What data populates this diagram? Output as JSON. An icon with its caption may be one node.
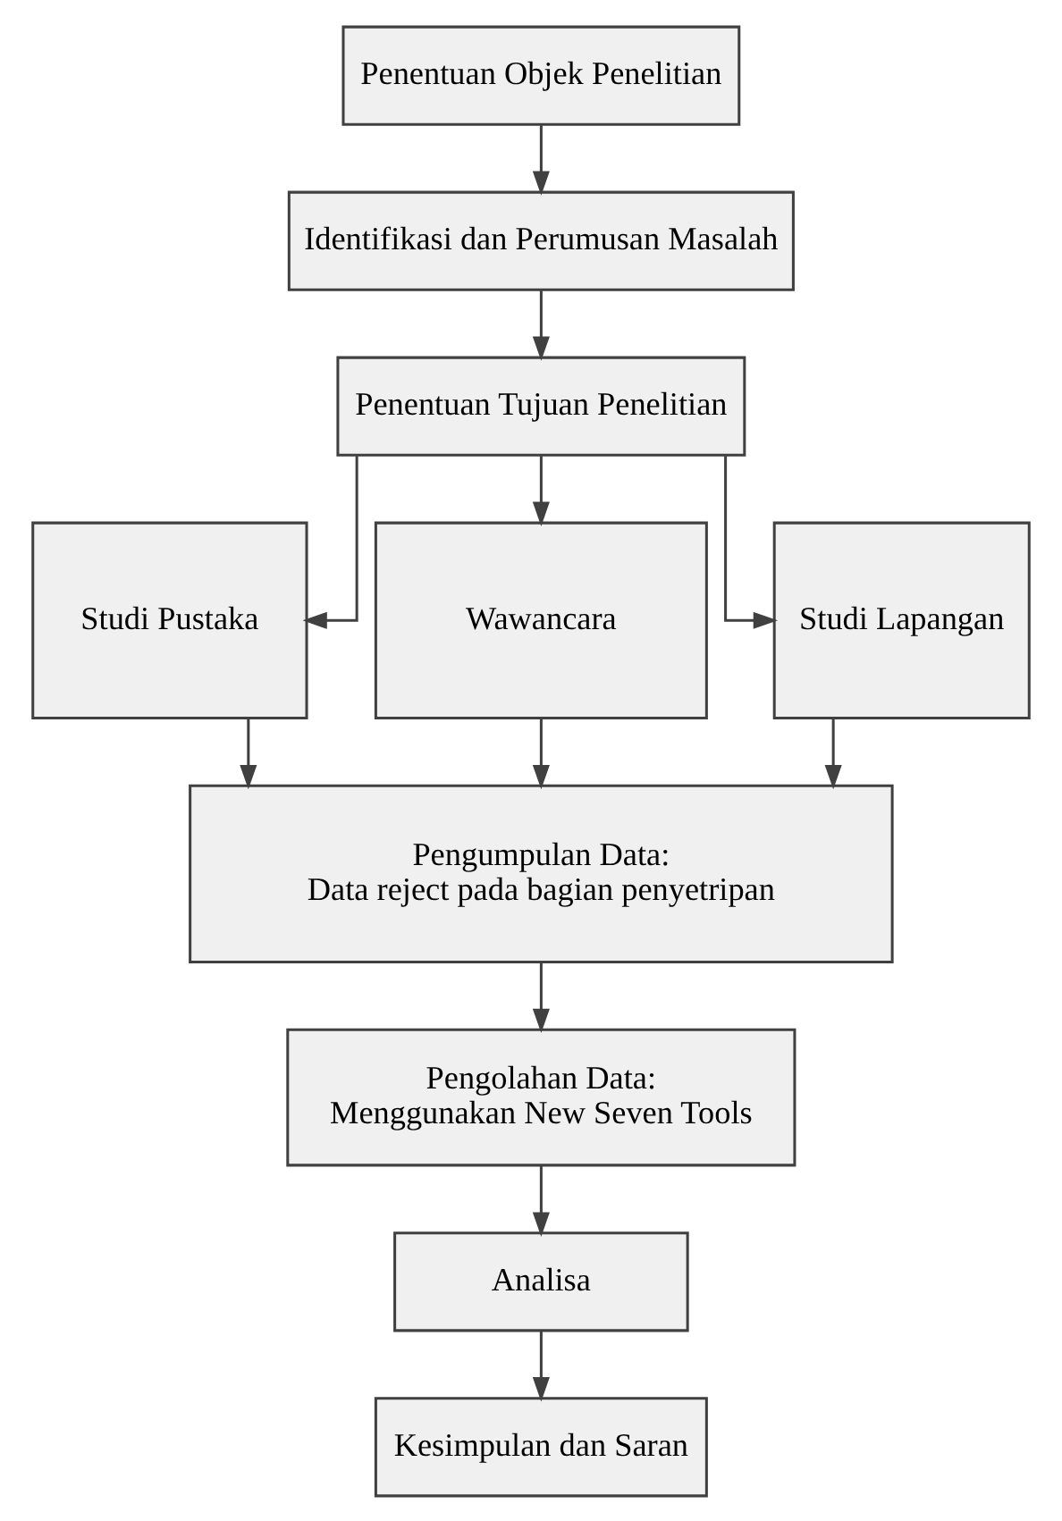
{
  "diagram": {
    "nodes": [
      {
        "text": [
          "Penentuan Objek Penelitian"
        ]
      },
      {
        "text": [
          "Identifikasi dan Perumusan Masalah"
        ]
      },
      {
        "text": [
          "Penentuan Tujuan Penelitian"
        ]
      },
      {
        "text": [
          "Studi Pustaka"
        ]
      },
      {
        "text": [
          "Wawancara"
        ]
      },
      {
        "text": [
          "Studi Lapangan"
        ]
      },
      {
        "text": [
          "Pengumpulan Data:",
          "Data reject pada bagian penyetripan"
        ]
      },
      {
        "text": [
          "Pengolahan Data:",
          "Menggunakan New Seven Tools"
        ]
      },
      {
        "text": [
          "Analisa"
        ]
      },
      {
        "text": [
          "Kesimpulan dan Saran"
        ]
      }
    ],
    "edges": [
      {
        "from": 0,
        "to": 1,
        "arrow": "to"
      },
      {
        "from": 1,
        "to": 2,
        "arrow": "to"
      },
      {
        "from": 2,
        "to": 3,
        "arrow": "to"
      },
      {
        "from": 2,
        "to": 4,
        "arrow": "to"
      },
      {
        "from": 2,
        "to": 5,
        "arrow": "to"
      },
      {
        "from": 3,
        "to": 6,
        "arrow": "to"
      },
      {
        "from": 4,
        "to": 6,
        "arrow": "to"
      },
      {
        "from": 5,
        "to": 6,
        "arrow": "to"
      },
      {
        "from": 6,
        "to": 7,
        "arrow": "to"
      },
      {
        "from": 7,
        "to": 8,
        "arrow": "to"
      },
      {
        "from": 8,
        "to": 9,
        "arrow": "to"
      }
    ]
  }
}
